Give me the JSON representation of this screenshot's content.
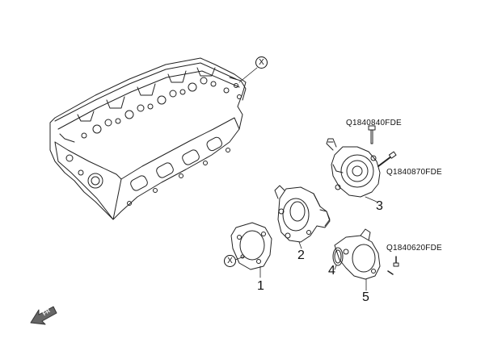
{
  "part_codes": {
    "bolt_vacuum_pump_upper": "Q1840840FDE",
    "bolt_vacuum_pump_lower": "Q1840870FDE",
    "bolt_water_outlet": "Q1840620FDE"
  },
  "callouts": {
    "gasket": "1",
    "thermostat_housing": "2",
    "vacuum_pump": "3",
    "o_ring": "4",
    "water_outlet": "5"
  },
  "reference_marks": {
    "cylinder_head_mark": "X",
    "gasket_mark": "X"
  },
  "direction_arrow": {
    "label": "FR"
  }
}
